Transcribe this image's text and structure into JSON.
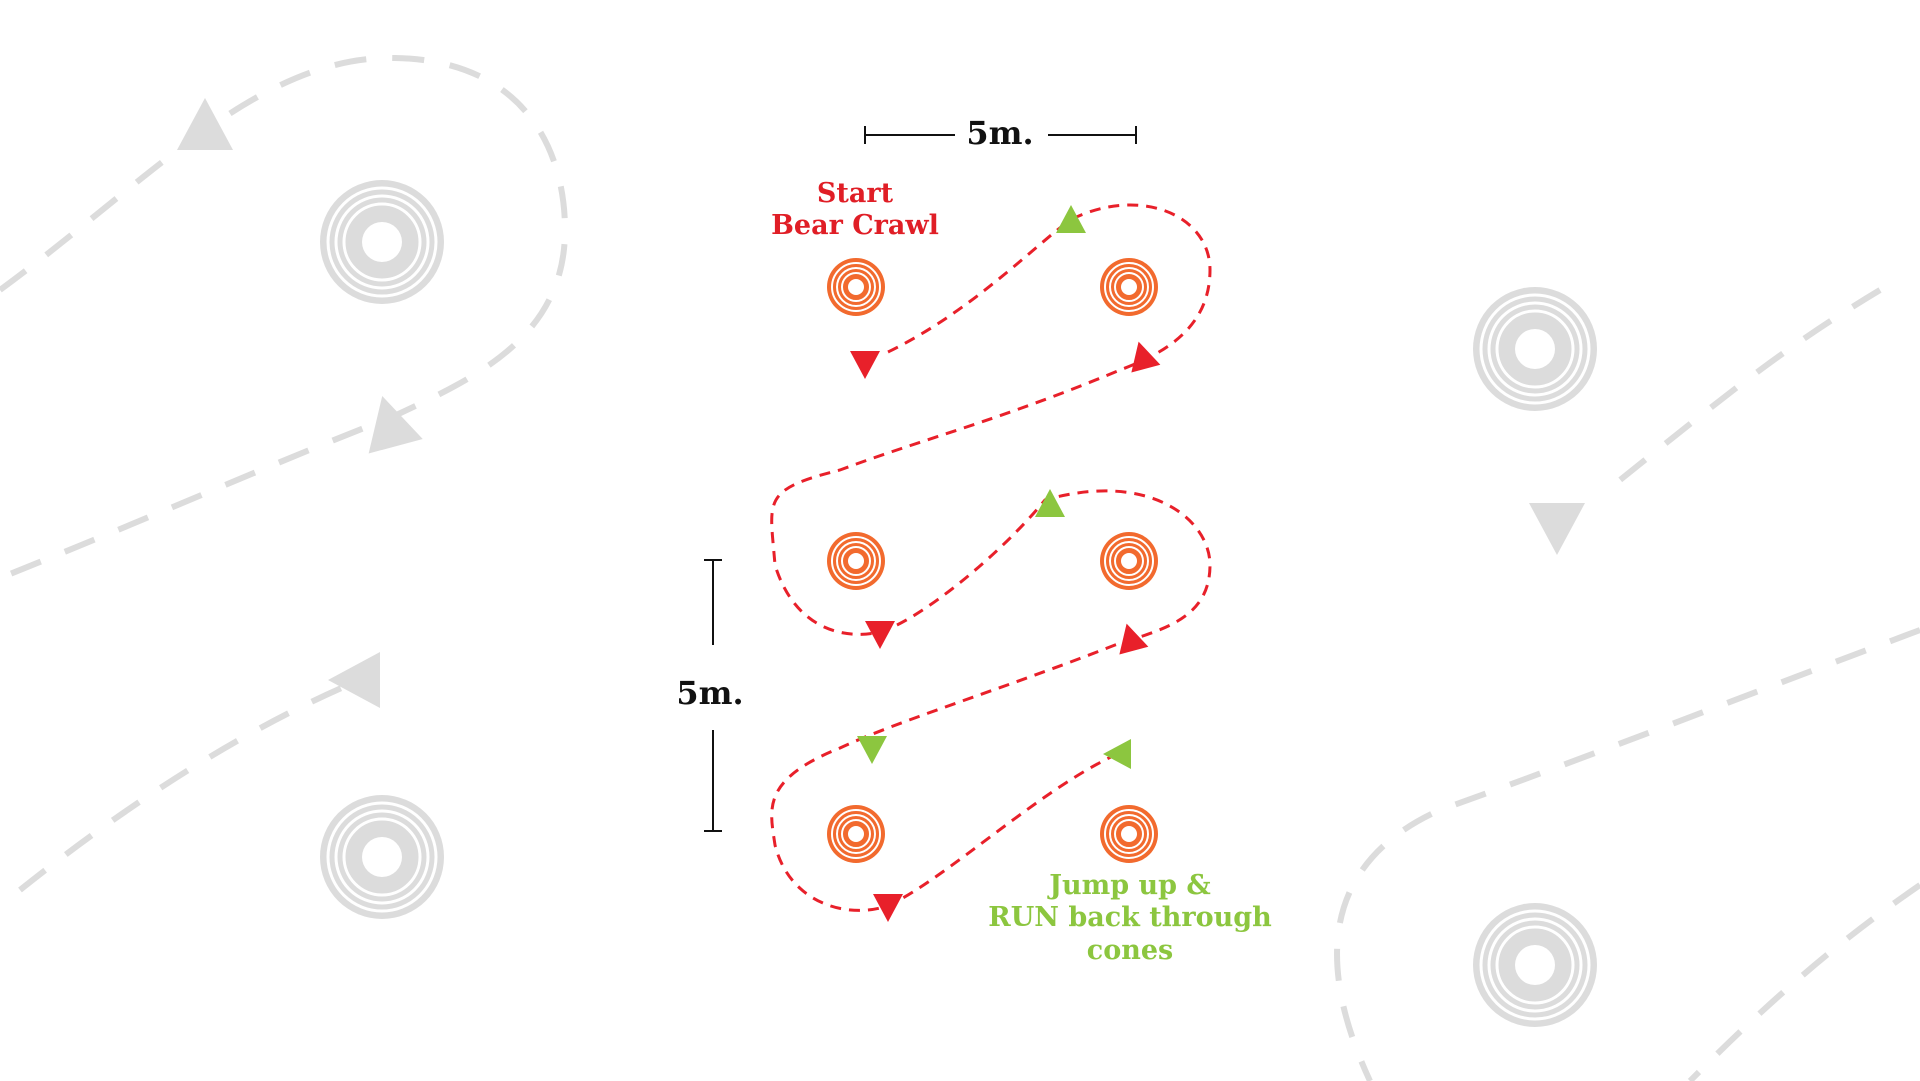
{
  "labels": {
    "start_lines": [
      "Start",
      "Bear Crawl"
    ],
    "finish_lines": [
      "Jump up &",
      "RUN back through",
      "cones"
    ]
  },
  "dimensions": {
    "horizontal": "5m.",
    "vertical": "5m."
  },
  "colors": {
    "path_red": "#e8202a",
    "arrow_green": "#8cc63f",
    "start_text": "#e01e26",
    "finish_text": "#8cc63f",
    "cone_orange": "#f26a2e",
    "background_gray": "#dcdcdc",
    "dimension_line": "#111111"
  },
  "icons": {
    "cone": "orange-cone-icon",
    "background_cone": "gray-cone-icon",
    "direction_arrow": "triangle-arrow-icon"
  }
}
